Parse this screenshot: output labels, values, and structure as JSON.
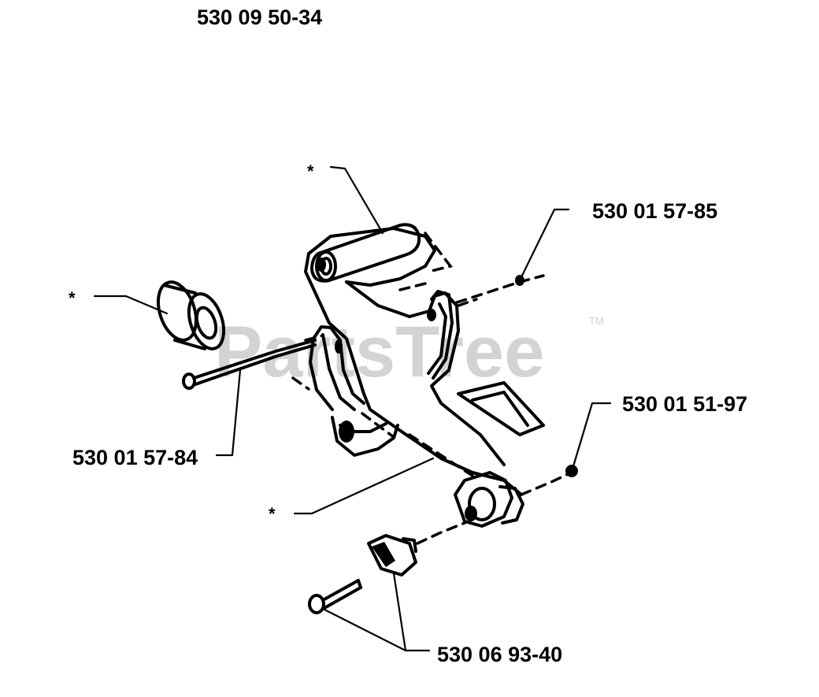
{
  "header": {
    "assembly_number": "530 09 50-34"
  },
  "watermark": {
    "text": "PartsTree",
    "trademark": "TM"
  },
  "callouts": {
    "rubber_pad_top": "530 01 57-85",
    "washer_right": "530 01 51-97",
    "bolt_left": "530 01 57-84",
    "screw_and_nut": "530 06 93-40"
  },
  "asterisk": "*",
  "colors": {
    "ink": "#000000",
    "watermark": "#d3d3d3",
    "background": "#ffffff"
  }
}
